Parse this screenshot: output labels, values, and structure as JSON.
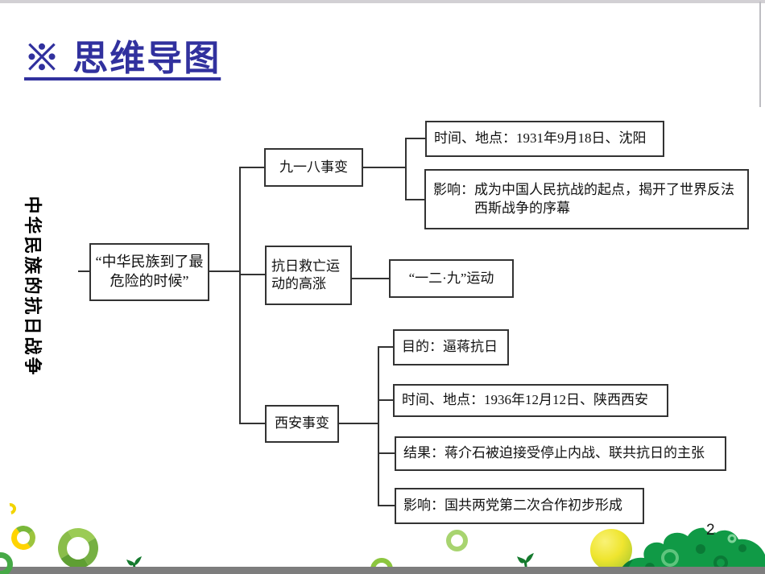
{
  "title": {
    "text": "※ 思维导图",
    "color": "#31319E"
  },
  "page": {
    "number": "2"
  },
  "mindmap": {
    "side_label": "中华民族的抗日战争",
    "root_label": "“中华民族到了最危险的时候”",
    "branches": [
      {
        "label": "九一八事变",
        "children": [
          "时间、地点：1931年9月18日、沈阳",
          "影响：成为中国人民抗战的起点，揭开了世界反法西斯战争的序幕"
        ]
      },
      {
        "label": "抗日救亡运动的高涨",
        "children": [
          "“一二·九”运动"
        ]
      },
      {
        "label": "西安事变",
        "children": [
          "目的：逼蒋抗日",
          "时间、地点：1936年12月12日、陕西西安",
          "结果：蒋介石被迫接受停止内战、联共抗日的主张",
          "影响：国共两党第二次合作初步形成"
        ]
      }
    ]
  },
  "colors": {
    "title_blue": "#31319E",
    "line_dark": "#333333",
    "footer_gray": "#7d7d7d",
    "deco_green": "#109a46",
    "deco_yellow": "#ffd400"
  }
}
